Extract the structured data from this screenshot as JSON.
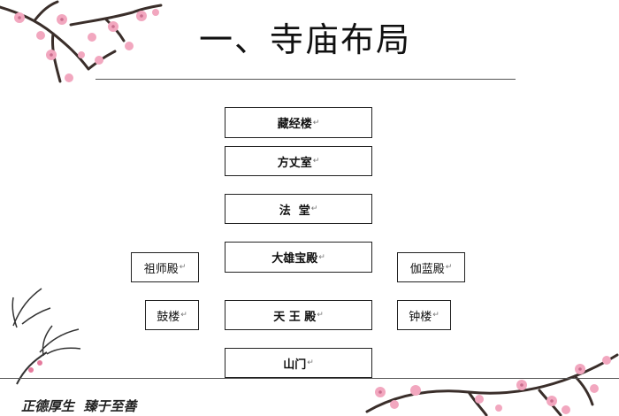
{
  "title": "一、寺庙布局",
  "return_mark": "↵",
  "boxes": {
    "cangjing": "藏经楼",
    "fangzhang": "方丈室",
    "fatang": "法  堂",
    "daxiong": "大雄宝殿",
    "zushi": "祖师殿",
    "qielan": "伽蓝殿",
    "gulou": "鼓楼",
    "tianwang": "天 王 殿",
    "zhonglou": "钟楼",
    "shanmen": "山门"
  },
  "signature": "正德厚生  臻于至善",
  "colors": {
    "blossom": "#f2a7bf",
    "branch": "#3a2e2a",
    "line": "#555555"
  }
}
